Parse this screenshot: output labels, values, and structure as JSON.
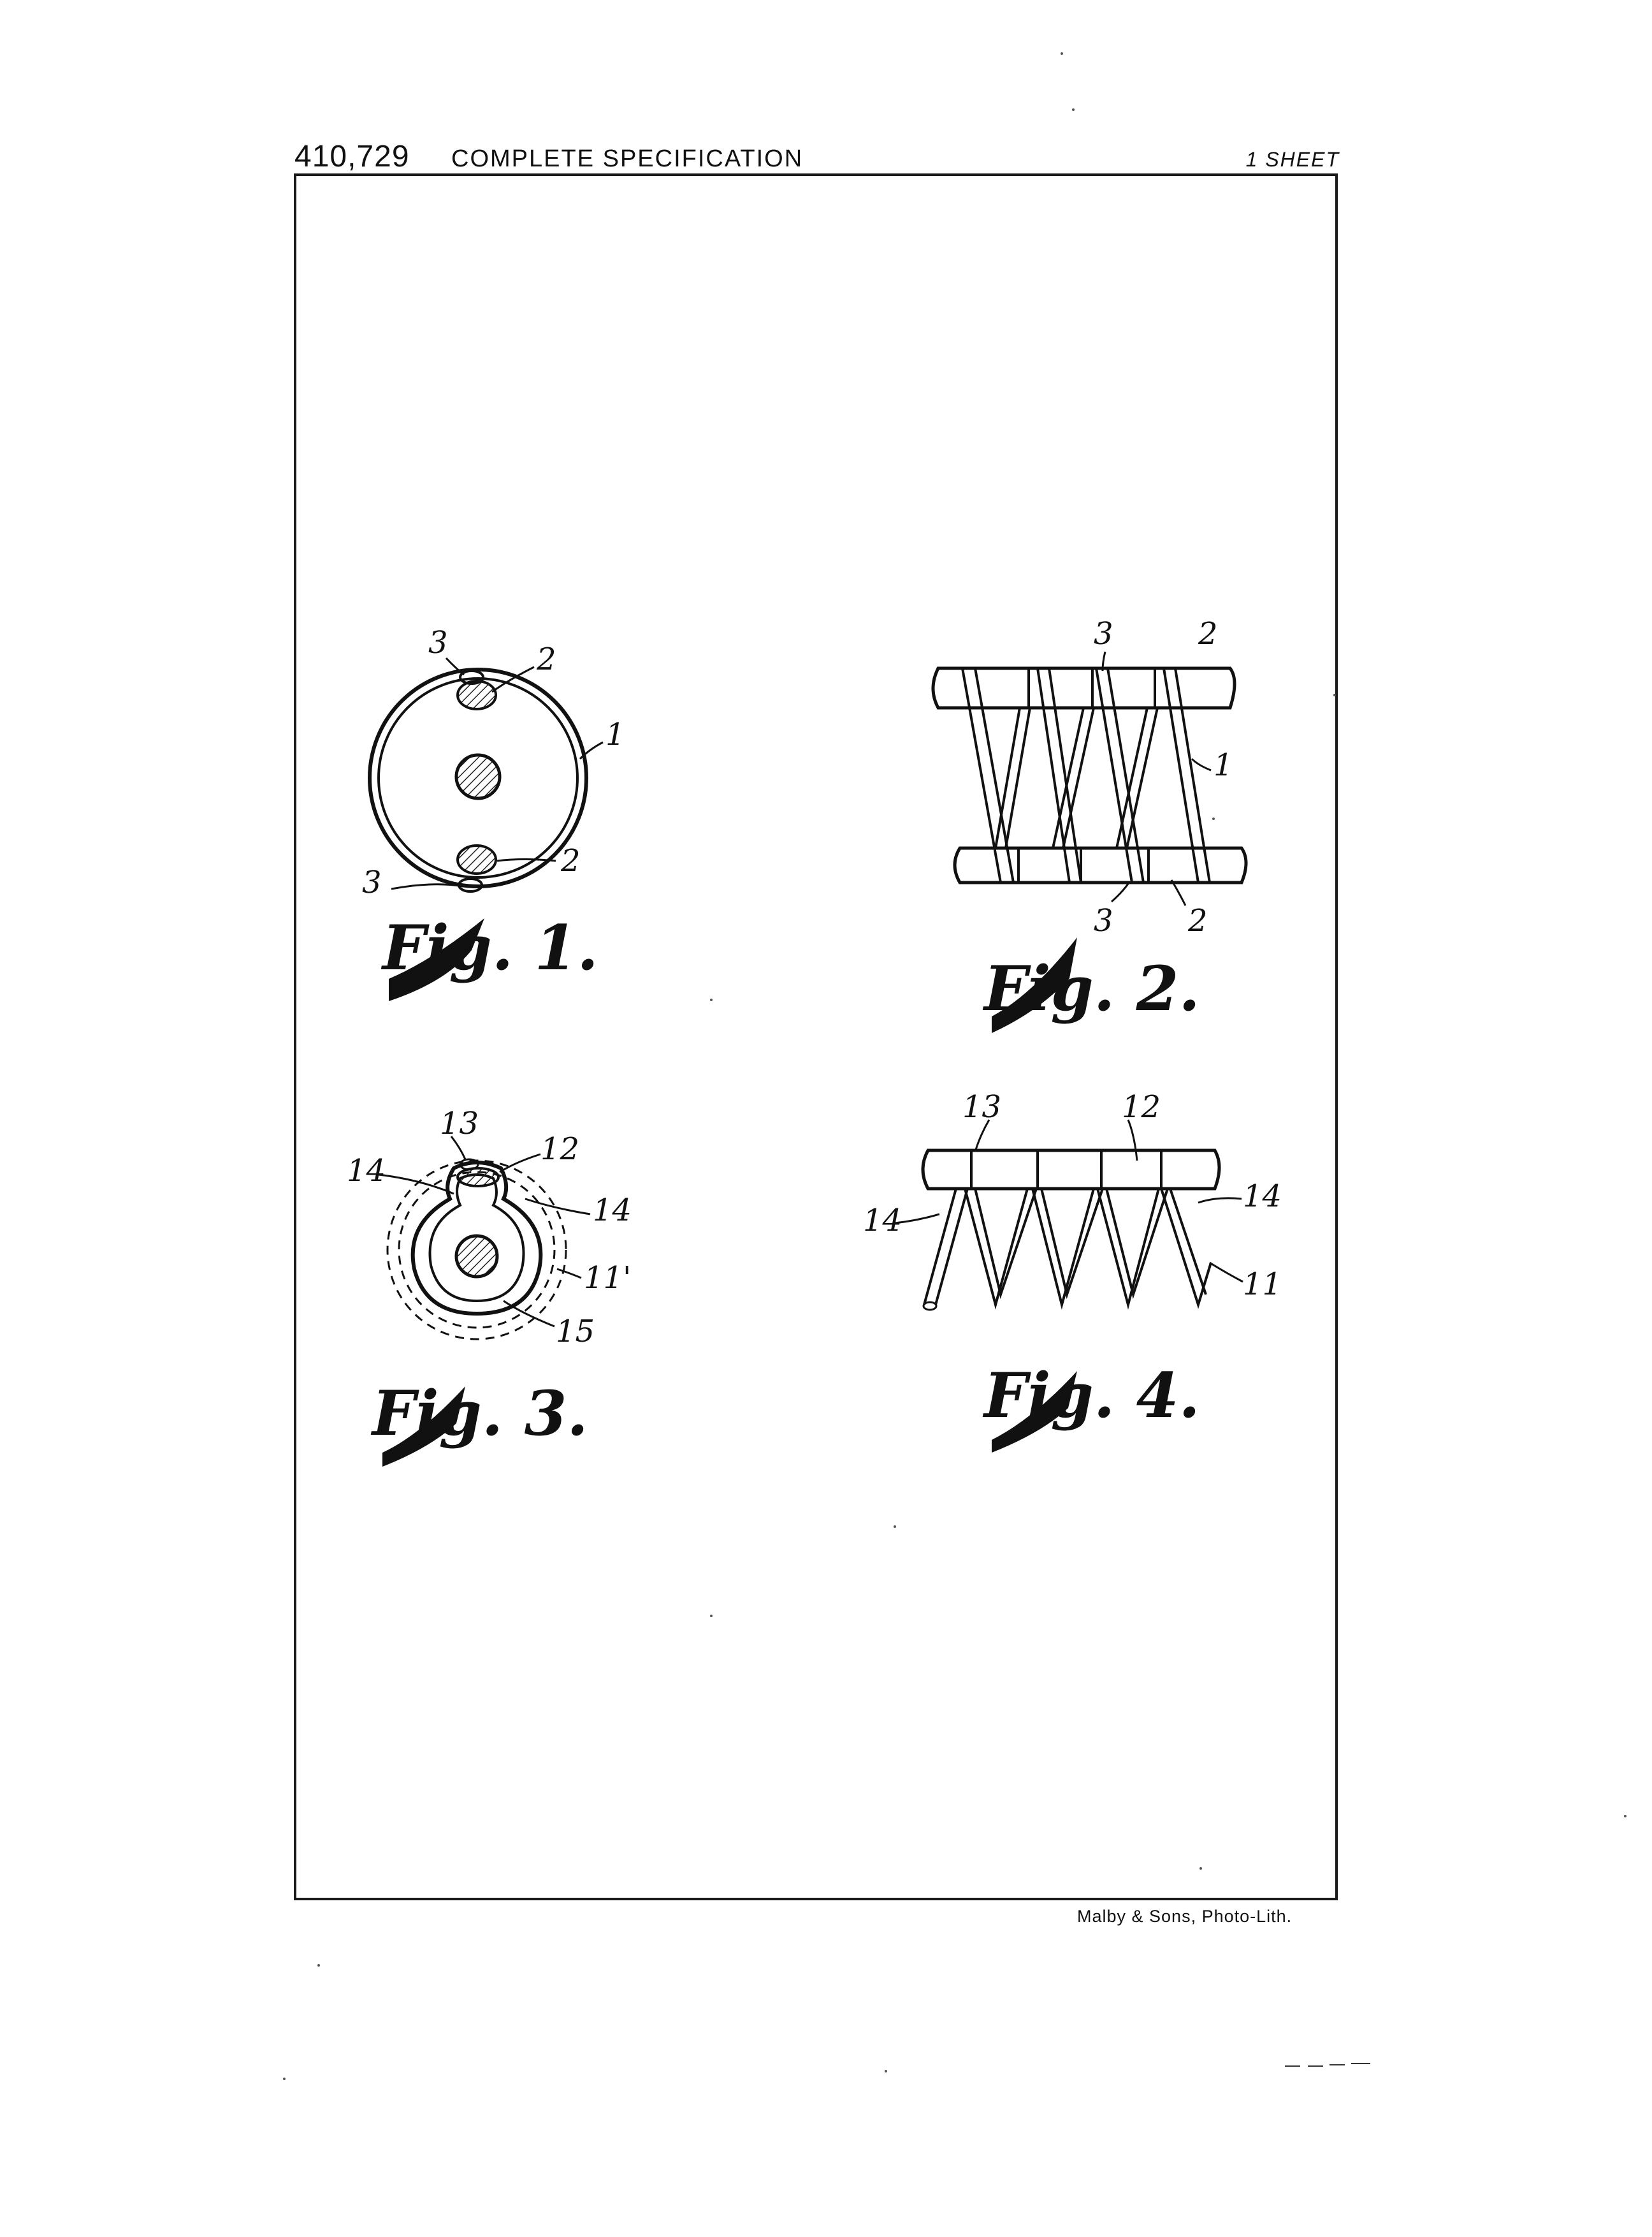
{
  "header": {
    "number": "410,729",
    "title": "COMPLETE  SPECIFICATION",
    "sheet": "1 SHEET"
  },
  "footer": {
    "credit": "Malby & Sons, Photo-Lith."
  },
  "figures": {
    "fig1": {
      "caption": "Fig. 1.",
      "labels": {
        "a": "3",
        "b": "2",
        "c": "1",
        "d": "3",
        "e": "2"
      }
    },
    "fig2": {
      "caption": "Fig. 2.",
      "labels": {
        "a": "3",
        "b": "2",
        "c": "1",
        "d": "3",
        "e": "2"
      }
    },
    "fig3": {
      "caption": "Fig. 3.",
      "labels": {
        "a": "13",
        "b": "12",
        "c": "14",
        "d": "14",
        "e": "11'",
        "f": "15"
      }
    },
    "fig4": {
      "caption": "Fig. 4.",
      "labels": {
        "a": "13",
        "b": "12",
        "c": "14",
        "d": "14",
        "e": "11"
      }
    }
  }
}
